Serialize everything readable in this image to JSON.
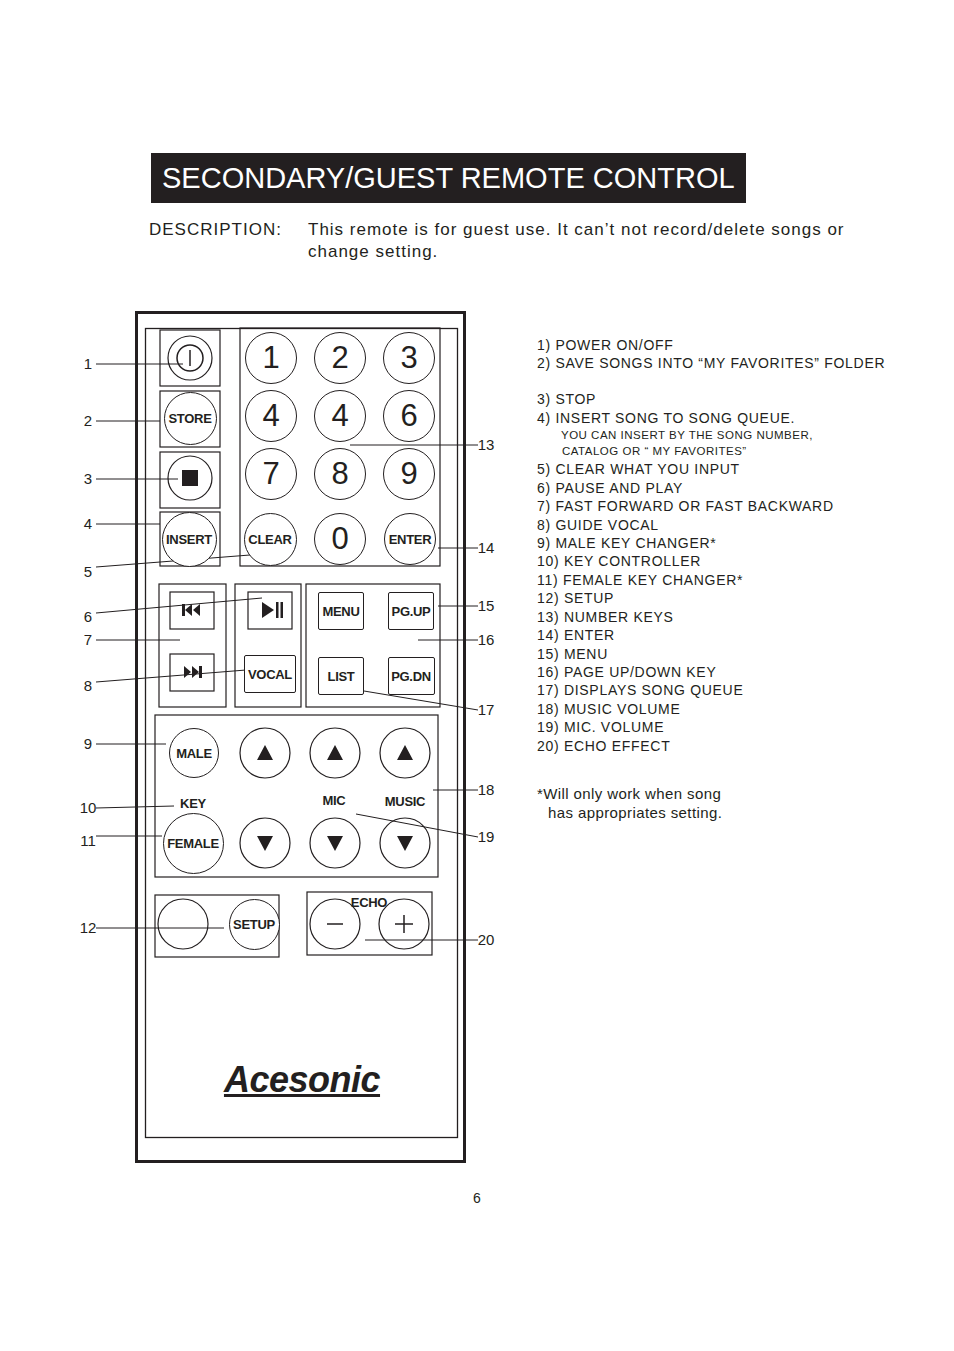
{
  "diagram": {
    "title": "SECONDARY/GUEST REMOTE CONTROL",
    "nodes": [
      {
        "text": [
          "STORE"
        ]
      },
      {
        "text": [
          "1"
        ]
      },
      {
        "text": [
          "2"
        ]
      },
      {
        "text": [
          "3"
        ]
      },
      {
        "text": [
          "4"
        ]
      },
      {
        "text": [
          "4"
        ]
      },
      {
        "text": [
          "6"
        ]
      },
      {
        "text": [
          "7"
        ]
      },
      {
        "text": [
          "8"
        ]
      },
      {
        "text": [
          "9"
        ]
      },
      {
        "text": [
          "INSERT"
        ]
      },
      {
        "text": [
          "CLEAR"
        ]
      },
      {
        "text": [
          "0"
        ]
      },
      {
        "text": [
          "ENTER"
        ]
      },
      {
        "text": [
          "VOCAL"
        ]
      },
      {
        "text": [
          "MENU"
        ]
      },
      {
        "text": [
          "PG.UP"
        ]
      },
      {
        "text": [
          "LIST"
        ]
      },
      {
        "text": [
          "PG.DN"
        ]
      },
      {
        "text": [
          "MALE"
        ]
      },
      {
        "text": [
          "FEMALE"
        ]
      },
      {
        "text": [
          "SETUP"
        ]
      }
    ],
    "labels": [
      "DESCRIPTION:",
      "This remote is for guest use. It can’t not record/delete songs or change setting.",
      "1) POWER ON/OFF",
      "2) SAVE SONGS INTO “MY FAVORITES” FOLDER",
      "3) STOP",
      "4) INSERT SONG TO SONG QUEUE.",
      "YOU CAN INSERT BY THE SONG NUMBER, CATALOG OR “ MY FAVORITES”",
      "5) CLEAR WHAT YOU INPUT",
      "6) PAUSE AND PLAY",
      "7) FAST FORWARD OR FAST BACKWARD",
      "8) GUIDE VOCAL",
      "9) MALE KEY CHANGER*",
      "10) KEY CONTROLLER",
      "11) FEMALE KEY CHANGER*",
      "12) SETUP",
      "13) NUMBER KEYS",
      "14) ENTER",
      "15) MENU",
      "16) PAGE UP/DOWN KEY",
      "17) DISPLAYS SONG QUEUE",
      "18) MUSIC VOLUME",
      "19) MIC. VOLUME",
      "20) ECHO EFFECT",
      "*Will only work when song has appropriates setting.",
      "1",
      "2",
      "3",
      "4",
      "5",
      "6",
      "7",
      "8",
      "9",
      "10",
      "11",
      "12",
      "13",
      "14",
      "15",
      "16",
      "17",
      "18",
      "19",
      "20",
      "KEY",
      "MIC",
      "MUSIC",
      "ECHO",
      "Acesonic",
      "6"
    ]
  }
}
